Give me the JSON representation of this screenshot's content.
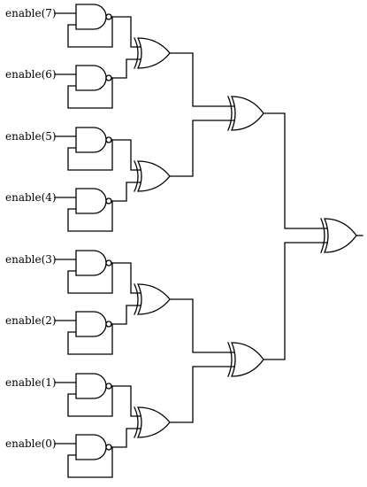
{
  "inputs": [
    {
      "label": "enable(7)"
    },
    {
      "label": "enable(6)"
    },
    {
      "label": "enable(5)"
    },
    {
      "label": "enable(4)"
    },
    {
      "label": "enable(3)"
    },
    {
      "label": "enable(2)"
    },
    {
      "label": "enable(1)"
    },
    {
      "label": "enable(0)"
    }
  ],
  "gates": {
    "nand_count": 8,
    "xor_levels": [
      4,
      2,
      1
    ]
  },
  "colors": {
    "stroke": "#000000",
    "background": "#ffffff"
  }
}
